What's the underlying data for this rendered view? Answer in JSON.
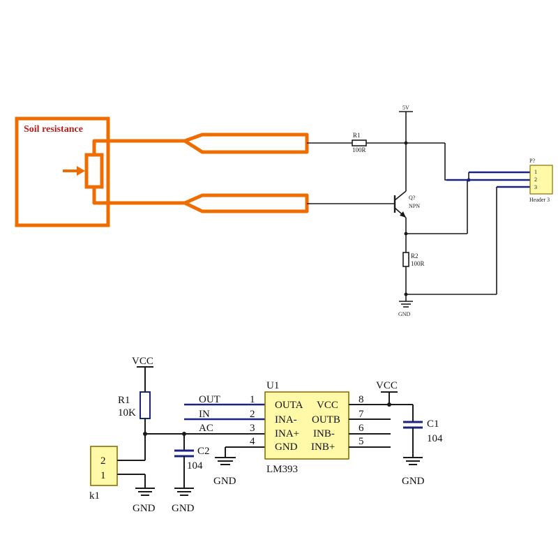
{
  "top_circuit": {
    "sensor_label": "Soil resistance",
    "r1_ref": "R1",
    "r1_value": "100R",
    "r2_ref": "R2",
    "r2_value": "100R",
    "q_ref": "Q?",
    "q_type": "NPN",
    "supply_label": "5V",
    "ground_label": "GND",
    "header_ref": "P?",
    "header_name": "Header 3",
    "header_pins": [
      "1",
      "2",
      "3"
    ]
  },
  "bottom_circuit": {
    "vcc_left": "VCC",
    "vcc_right": "VCC",
    "r1_ref": "R1",
    "r1_value": "10K",
    "c2_ref": "C2",
    "c2_value": "104",
    "c1_ref": "C1",
    "c1_value": "104",
    "connector_ref": "k1",
    "connector_pins": [
      "2",
      "1"
    ],
    "ic_ref": "U1",
    "ic_part": "LM393",
    "net_labels": [
      "OUT",
      "IN",
      "AC"
    ],
    "left_pins": [
      "1",
      "2",
      "3",
      "4"
    ],
    "right_pins": [
      "8",
      "7",
      "6",
      "5"
    ],
    "ic_left_names": [
      "OUTA",
      "INA-",
      "INA+",
      "GND"
    ],
    "ic_right_names": [
      "VCC",
      "OUTB",
      "INB-",
      "INB+"
    ],
    "gnd_labels": [
      "GND",
      "GND",
      "GND",
      "GND"
    ]
  },
  "colors": {
    "probe": "#ef6c00",
    "sensor_text": "#b71c1c",
    "bus_wire": "#1a237e",
    "ic_fill": "#fff9a8"
  }
}
